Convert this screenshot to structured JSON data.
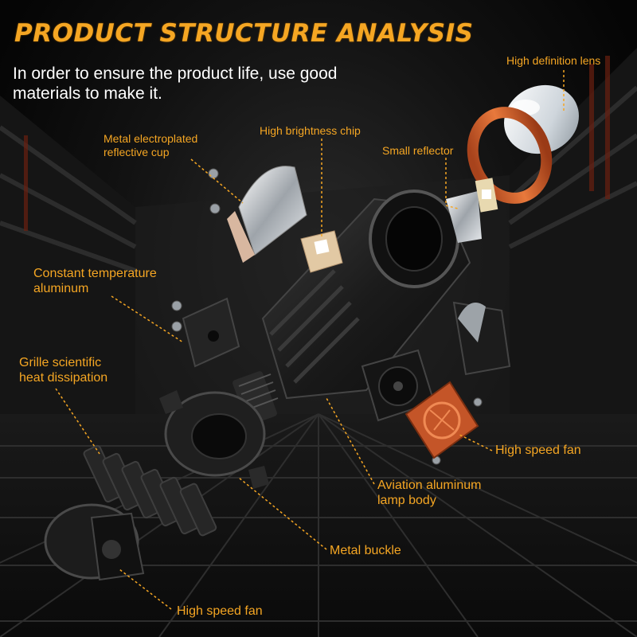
{
  "headline": "PRODUCT STRUCTURE ANALYSIS",
  "subheading": "In order to ensure the product life, use good materials to make it.",
  "labels": {
    "lens": "High definition lens",
    "cup_line1": "Metal electroplated",
    "cup_line2": "reflective cup",
    "chip": "High brightness chip",
    "reflector": "Small reflector",
    "aluminum_line1": "Constant temperature",
    "aluminum_line2": "aluminum",
    "grille_line1": "Grille scientific",
    "grille_line2": "heat dissipation",
    "fan_right": "High speed fan",
    "body_line1": "Aviation aluminum",
    "body_line2": "lamp body",
    "buckle": "Metal buckle",
    "fan_bottom": "High speed fan"
  },
  "colors": {
    "accent": "#f5a623",
    "copper": "#d9622b",
    "text_white": "#ffffff"
  }
}
